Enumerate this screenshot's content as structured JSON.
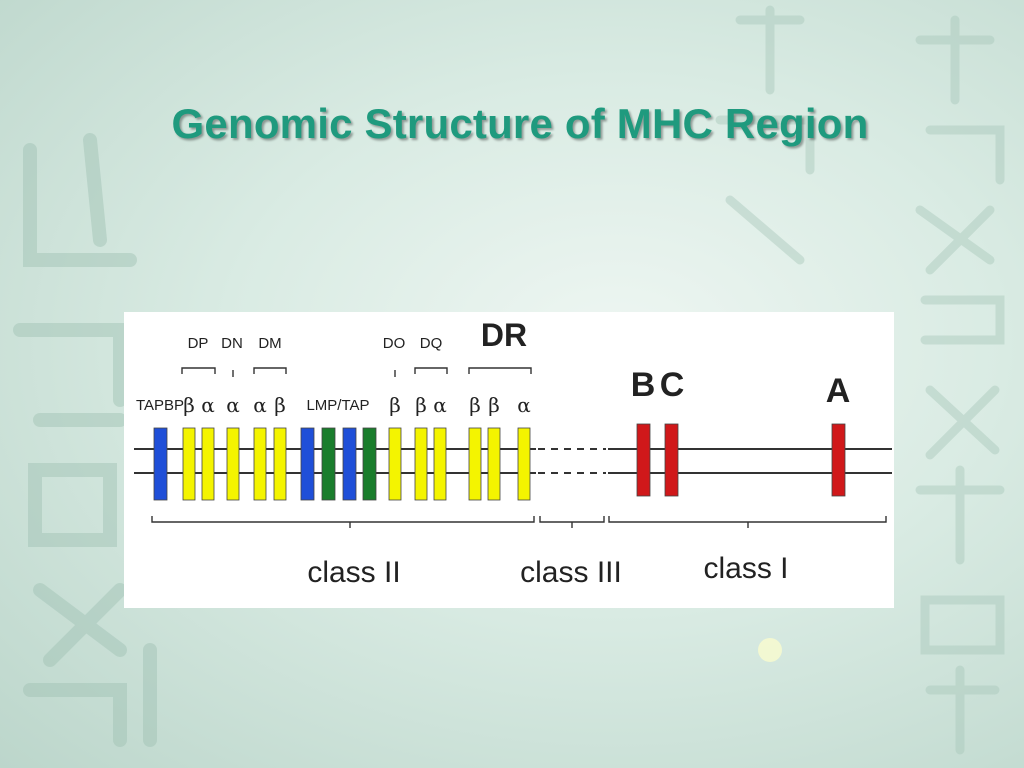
{
  "slide": {
    "title": "Genomic Structure of MHC Region"
  },
  "diagram": {
    "genes": {
      "tapbp": "TAPBP",
      "dp": "DP",
      "dn": "DN",
      "dm": "DM",
      "lmp_tap": "LMP/TAP",
      "do": "DO",
      "dq": "DQ",
      "dr": "DR",
      "b": "B",
      "c": "C",
      "a": "A"
    },
    "chains": {
      "beta": "β",
      "alpha": "α"
    },
    "classes": {
      "class2": "class II",
      "class3": "class III",
      "class1": "class I"
    },
    "colors": {
      "blue": "#1f4fd8",
      "yellow": "#f4f400",
      "green": "#1a7d2c",
      "red": "#d0181a",
      "title": "#1f9a7e"
    }
  }
}
